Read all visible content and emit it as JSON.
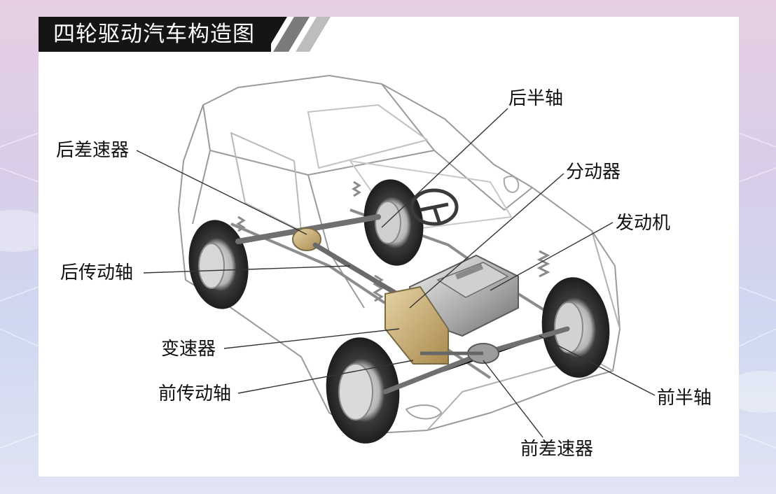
{
  "title": "四轮驱动汽车构造图",
  "labels": {
    "rear_half_shaft": "后半轴",
    "rear_differential": "后差速器",
    "transfer_case": "分动器",
    "engine": "发动机",
    "rear_drive_shaft": "后传动轴",
    "transmission": "变速器",
    "front_drive_shaft": "前传动轴",
    "front_half_shaft": "前半轴",
    "front_differential": "前差速器"
  },
  "colors": {
    "title_bg": "#151515",
    "title_text": "#ffffff",
    "label_text": "#111111",
    "leader_line": "#333333",
    "card_bg": "#ffffff"
  }
}
